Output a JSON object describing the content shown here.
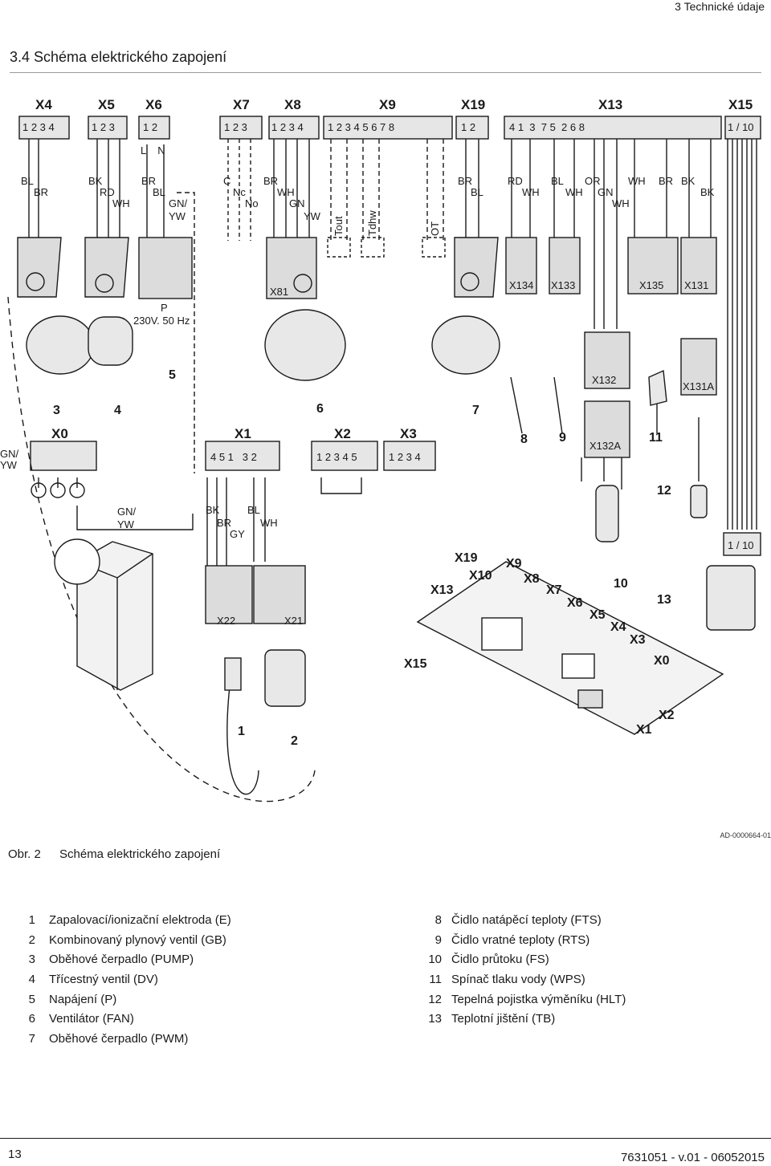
{
  "header": {
    "running_head": "3   Technické údaje",
    "section_title": "3.4    Schéma elektrického zapojení"
  },
  "figure": {
    "caption_number": "Obr. 2",
    "caption_text": "Schéma elektrického zapojení",
    "reference": "AD-0000664-01",
    "top_connectors": [
      "X4",
      "X5",
      "X6",
      "X7",
      "X8",
      "X9",
      "X19",
      "X13",
      "X15"
    ],
    "top_pins": [
      "1 2 3 4",
      "1 2 3",
      "1 2",
      "1 2 3",
      "1 2 3 4",
      "1 2 3 4 5 6 7 8",
      "1 2",
      "4 1  3  7 5  2 6 8",
      "1 / 10"
    ],
    "x6_ln": "L    N",
    "wire_labels": [
      "BL",
      "BR",
      "BK",
      "RD",
      "WH",
      "BR",
      "BL",
      "GN/",
      "YW",
      "C",
      "Nc",
      "No",
      "BR",
      "WH",
      "GN",
      "YW",
      "BR",
      "BL",
      "RD",
      "WH",
      "BL",
      "WH",
      "OR",
      "GN",
      "WH",
      "WH",
      "BR",
      "BK",
      "BK"
    ],
    "sensor_labels": [
      "Tout",
      "Tdhw",
      "OT"
    ],
    "sub_connectors": [
      "X81",
      "X134",
      "X133",
      "X135",
      "X131",
      "X132",
      "X131A",
      "X132A",
      "X22",
      "X21"
    ],
    "power_label_p": "P",
    "power_label_v": "230V. 50 Hz",
    "bottom_connectors": [
      "X0",
      "X1",
      "X2",
      "X3"
    ],
    "x1_pins": "4 5 1   3 2",
    "x2_pins": "1 2 3 4 5",
    "x3_pins": "1 2 3 4",
    "x1_wires": [
      "BK",
      "BR",
      "GY",
      "BL",
      "WH"
    ],
    "gnyw": [
      "GN/",
      "YW"
    ],
    "board_labels": [
      "X19",
      "X9",
      "X10",
      "X8",
      "X13",
      "X7",
      "X6",
      "X5",
      "X4",
      "X3",
      "X15",
      "X0",
      "X2",
      "X1"
    ],
    "callouts": [
      "1",
      "2",
      "3",
      "4",
      "5",
      "6",
      "7",
      "8",
      "9",
      "10",
      "11",
      "12",
      "13"
    ],
    "x15_bottom": "1 / 10"
  },
  "legend": {
    "left": [
      {
        "n": "1",
        "text": "Zapalovací/ionizační elektroda (E)"
      },
      {
        "n": "2",
        "text": "Kombinovaný plynový ventil (GB)"
      },
      {
        "n": "3",
        "text": "Oběhové čerpadlo (PUMP)"
      },
      {
        "n": "4",
        "text": "Třícestný ventil (DV)"
      },
      {
        "n": "5",
        "text": "Napájení (P)"
      },
      {
        "n": "6",
        "text": "Ventilátor (FAN)"
      },
      {
        "n": "7",
        "text": "Oběhové čerpadlo (PWM)"
      }
    ],
    "right": [
      {
        "n": "8",
        "text": "Čidlo natápěcí teploty (FTS)"
      },
      {
        "n": "9",
        "text": "Čidlo vratné teploty (RTS)"
      },
      {
        "n": "10",
        "text": "Čidlo průtoku (FS)"
      },
      {
        "n": "11",
        "text": "Spínač tlaku vody (WPS)"
      },
      {
        "n": "12",
        "text": "Tepelná pojistka výměníku (HLT)"
      },
      {
        "n": "13",
        "text": "Teplotní jištění (TB)"
      }
    ]
  },
  "footer": {
    "page_number": "13",
    "doc_code": "7631051 - v.01 - 06052015"
  }
}
